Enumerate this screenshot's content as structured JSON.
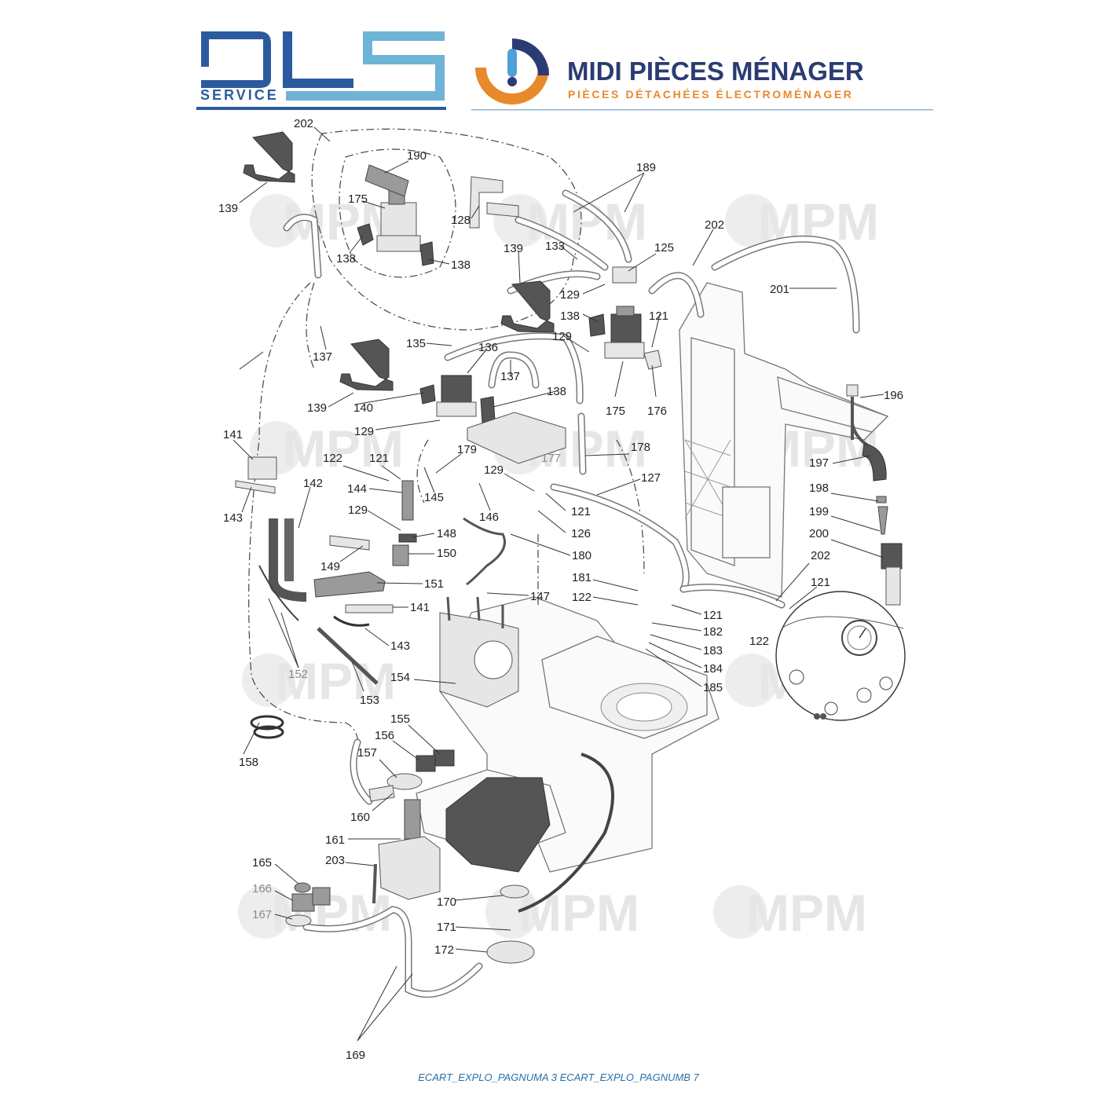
{
  "header": {
    "brand_left": {
      "logo_letters": "DLS",
      "subtitle": "SERVICE",
      "colors": {
        "dark_blue": "#2b5b9e",
        "light_blue": "#6fb3d6"
      }
    },
    "brand_right": {
      "name": "MIDI PIÈCES MÉNAGER",
      "tagline": "PIÈCES DÉTACHÉES ÉLECTROMÉNAGER",
      "colors": {
        "name": "#2b3b73",
        "tagline": "#e8892b",
        "logo_orange": "#e8892b",
        "logo_blue": "#2b3b73",
        "logo_light_blue": "#4f9fd9"
      }
    }
  },
  "watermark": {
    "text": "MPM"
  },
  "diagram": {
    "part_labels": {
      "p121a": "121",
      "p121b": "121",
      "p121c": "121",
      "p121d": "121",
      "p121e": "121",
      "p122a": "122",
      "p122b": "122",
      "p122c": "122",
      "p125": "125",
      "p126": "126",
      "p127": "127",
      "p128": "128",
      "p129a": "129",
      "p129b": "129",
      "p129c": "129",
      "p129d": "129",
      "p129e": "129",
      "p133": "133",
      "p135": "135",
      "p136": "136",
      "p137a": "137",
      "p137b": "137",
      "p138a": "138",
      "p138b": "138",
      "p138c": "138",
      "p138d": "138",
      "p139a": "139",
      "p139b": "139",
      "p139c": "139",
      "p140": "140",
      "p141a": "141",
      "p141b": "141",
      "p142": "142",
      "p143a": "143",
      "p143b": "143",
      "p144": "144",
      "p145": "145",
      "p146": "146",
      "p147": "147",
      "p148": "148",
      "p149": "149",
      "p150": "150",
      "p151": "151",
      "p152": "152",
      "p153": "153",
      "p154": "154",
      "p155": "155",
      "p156": "156",
      "p157": "157",
      "p158": "158",
      "p160": "160",
      "p161": "161",
      "p165": "165",
      "p166": "166",
      "p167": "167",
      "p169": "169",
      "p170": "170",
      "p171": "171",
      "p172": "172",
      "p175a": "175",
      "p175b": "175",
      "p176": "176",
      "p177": "177",
      "p178": "178",
      "p179": "179",
      "p180": "180",
      "p181": "181",
      "p182": "182",
      "p183": "183",
      "p184": "184",
      "p185": "185",
      "p189": "189",
      "p190": "190",
      "p196": "196",
      "p197": "197",
      "p198": "198",
      "p199": "199",
      "p200": "200",
      "p201": "201",
      "p202a": "202",
      "p202b": "202",
      "p202c": "202",
      "p203": "203"
    }
  },
  "footer": {
    "text": "ECART_EXPLO_PAGNUMA 3 ECART_EXPLO_PAGNUMB 7"
  }
}
